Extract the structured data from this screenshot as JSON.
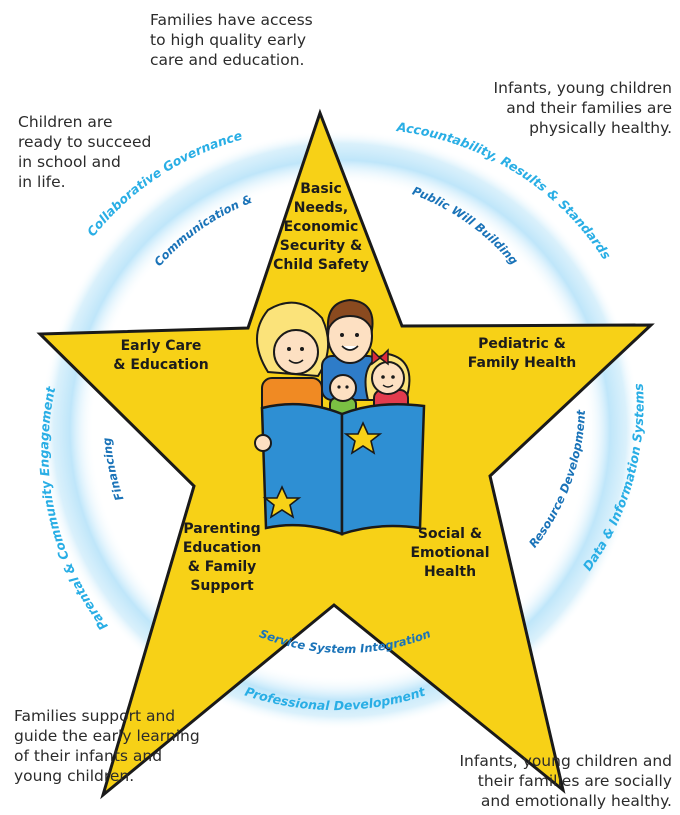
{
  "outcomes": {
    "top": "Families have access\nto high quality early\ncare and education.",
    "top_right": "Infants, young children\nand their families are\nphysically healthy.",
    "top_left": "Children are\nready to succeed\nin school and\nin life.",
    "bottom_left": "Families support and\nguide the early learning\nof their infants and\nyoung children.",
    "bottom_right": "Infants, young children and\ntheir families are socially\nand emotionally healthy."
  },
  "star_points": {
    "top": "Basic\nNeeds,\nEconomic\nSecurity &\nChild Safety",
    "left": "Early Care\n& Education",
    "right": "Pediatric &\nFamily Health",
    "bottom_left": "Parenting\nEducation\n& Family\nSupport",
    "bottom_right": "Social &\nEmotional\nHealth"
  },
  "ring_outer": {
    "top_left": "Collaborative Governance",
    "top_right": "Accountability, Results & Standards",
    "left": "Parental & Community Engagement",
    "right": "Data & Information Systems",
    "bottom": "Professional Development"
  },
  "ring_inner": {
    "top_left": "Communication &",
    "top_right": "Public Will Building",
    "left": "Financing",
    "right": "Resource Development",
    "bottom": "Service System Integration"
  },
  "colors": {
    "star_fill": "#f7d117",
    "star_stroke": "#1a1a1a",
    "ring_glow": "#bfe6fa",
    "outer_text": "#29aee5",
    "inner_text": "#1a73b8",
    "book": "#2e8fd3"
  }
}
